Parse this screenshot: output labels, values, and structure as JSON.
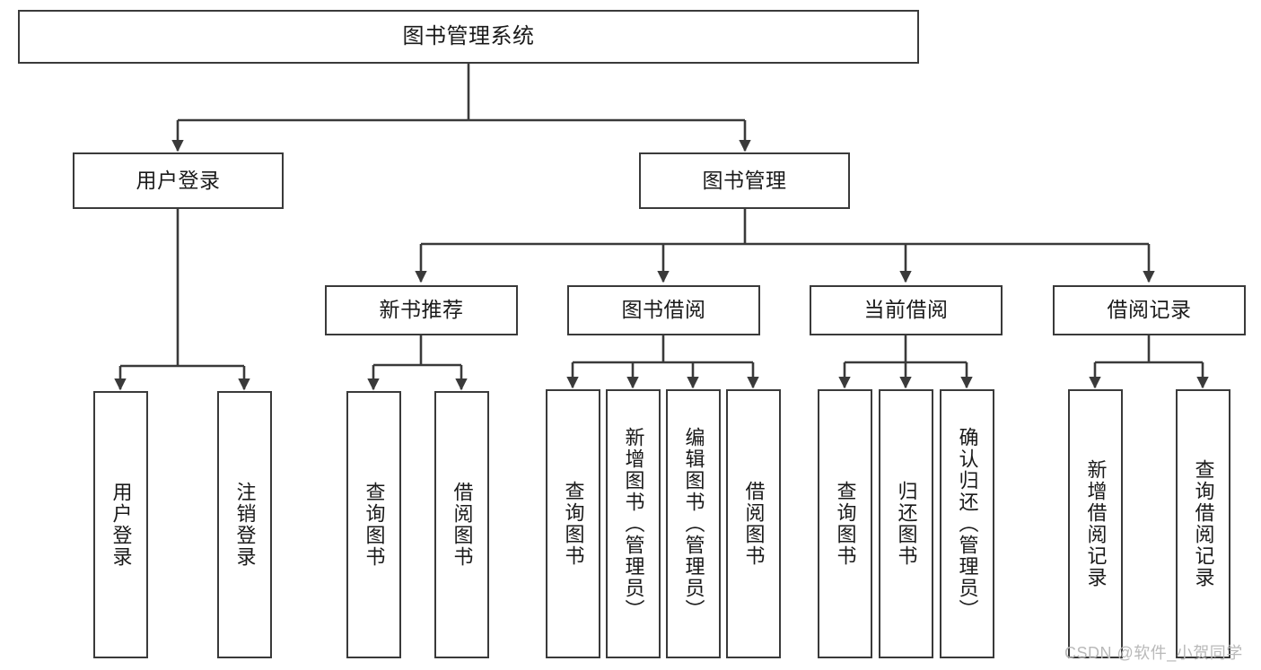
{
  "diagram": {
    "title": "图书管理系统",
    "type": "tree-hierarchy",
    "watermark": "CSDN @软件_小贺同学",
    "colors": {
      "stroke": "#3a3a3a",
      "fill": "#ffffff",
      "text": "#1a1a1a",
      "watermark": "#b9b9b9"
    },
    "nodes": {
      "root": {
        "label": "图书管理系统"
      },
      "level2": [
        {
          "label": "用户登录"
        },
        {
          "label": "图书管理"
        }
      ],
      "level3": [
        {
          "label": "新书推荐"
        },
        {
          "label": "图书借阅"
        },
        {
          "label": "当前借阅"
        },
        {
          "label": "借阅记录"
        }
      ],
      "leaves_user_login": [
        {
          "label": "用户登录"
        },
        {
          "label": "注销登录"
        }
      ],
      "leaves_new_books": [
        {
          "label": "查询图书"
        },
        {
          "label": "借阅图书"
        }
      ],
      "leaves_borrow": [
        {
          "label": "查询图书"
        },
        {
          "label": "新增图书（管理员）"
        },
        {
          "label": "编辑图书（管理员）"
        },
        {
          "label": "借阅图书"
        }
      ],
      "leaves_current": [
        {
          "label": "查询图书"
        },
        {
          "label": "归还图书"
        },
        {
          "label": "确认归还（管理员）"
        }
      ],
      "leaves_records": [
        {
          "label": "新增借阅记录"
        },
        {
          "label": "查询借阅记录"
        }
      ]
    }
  }
}
